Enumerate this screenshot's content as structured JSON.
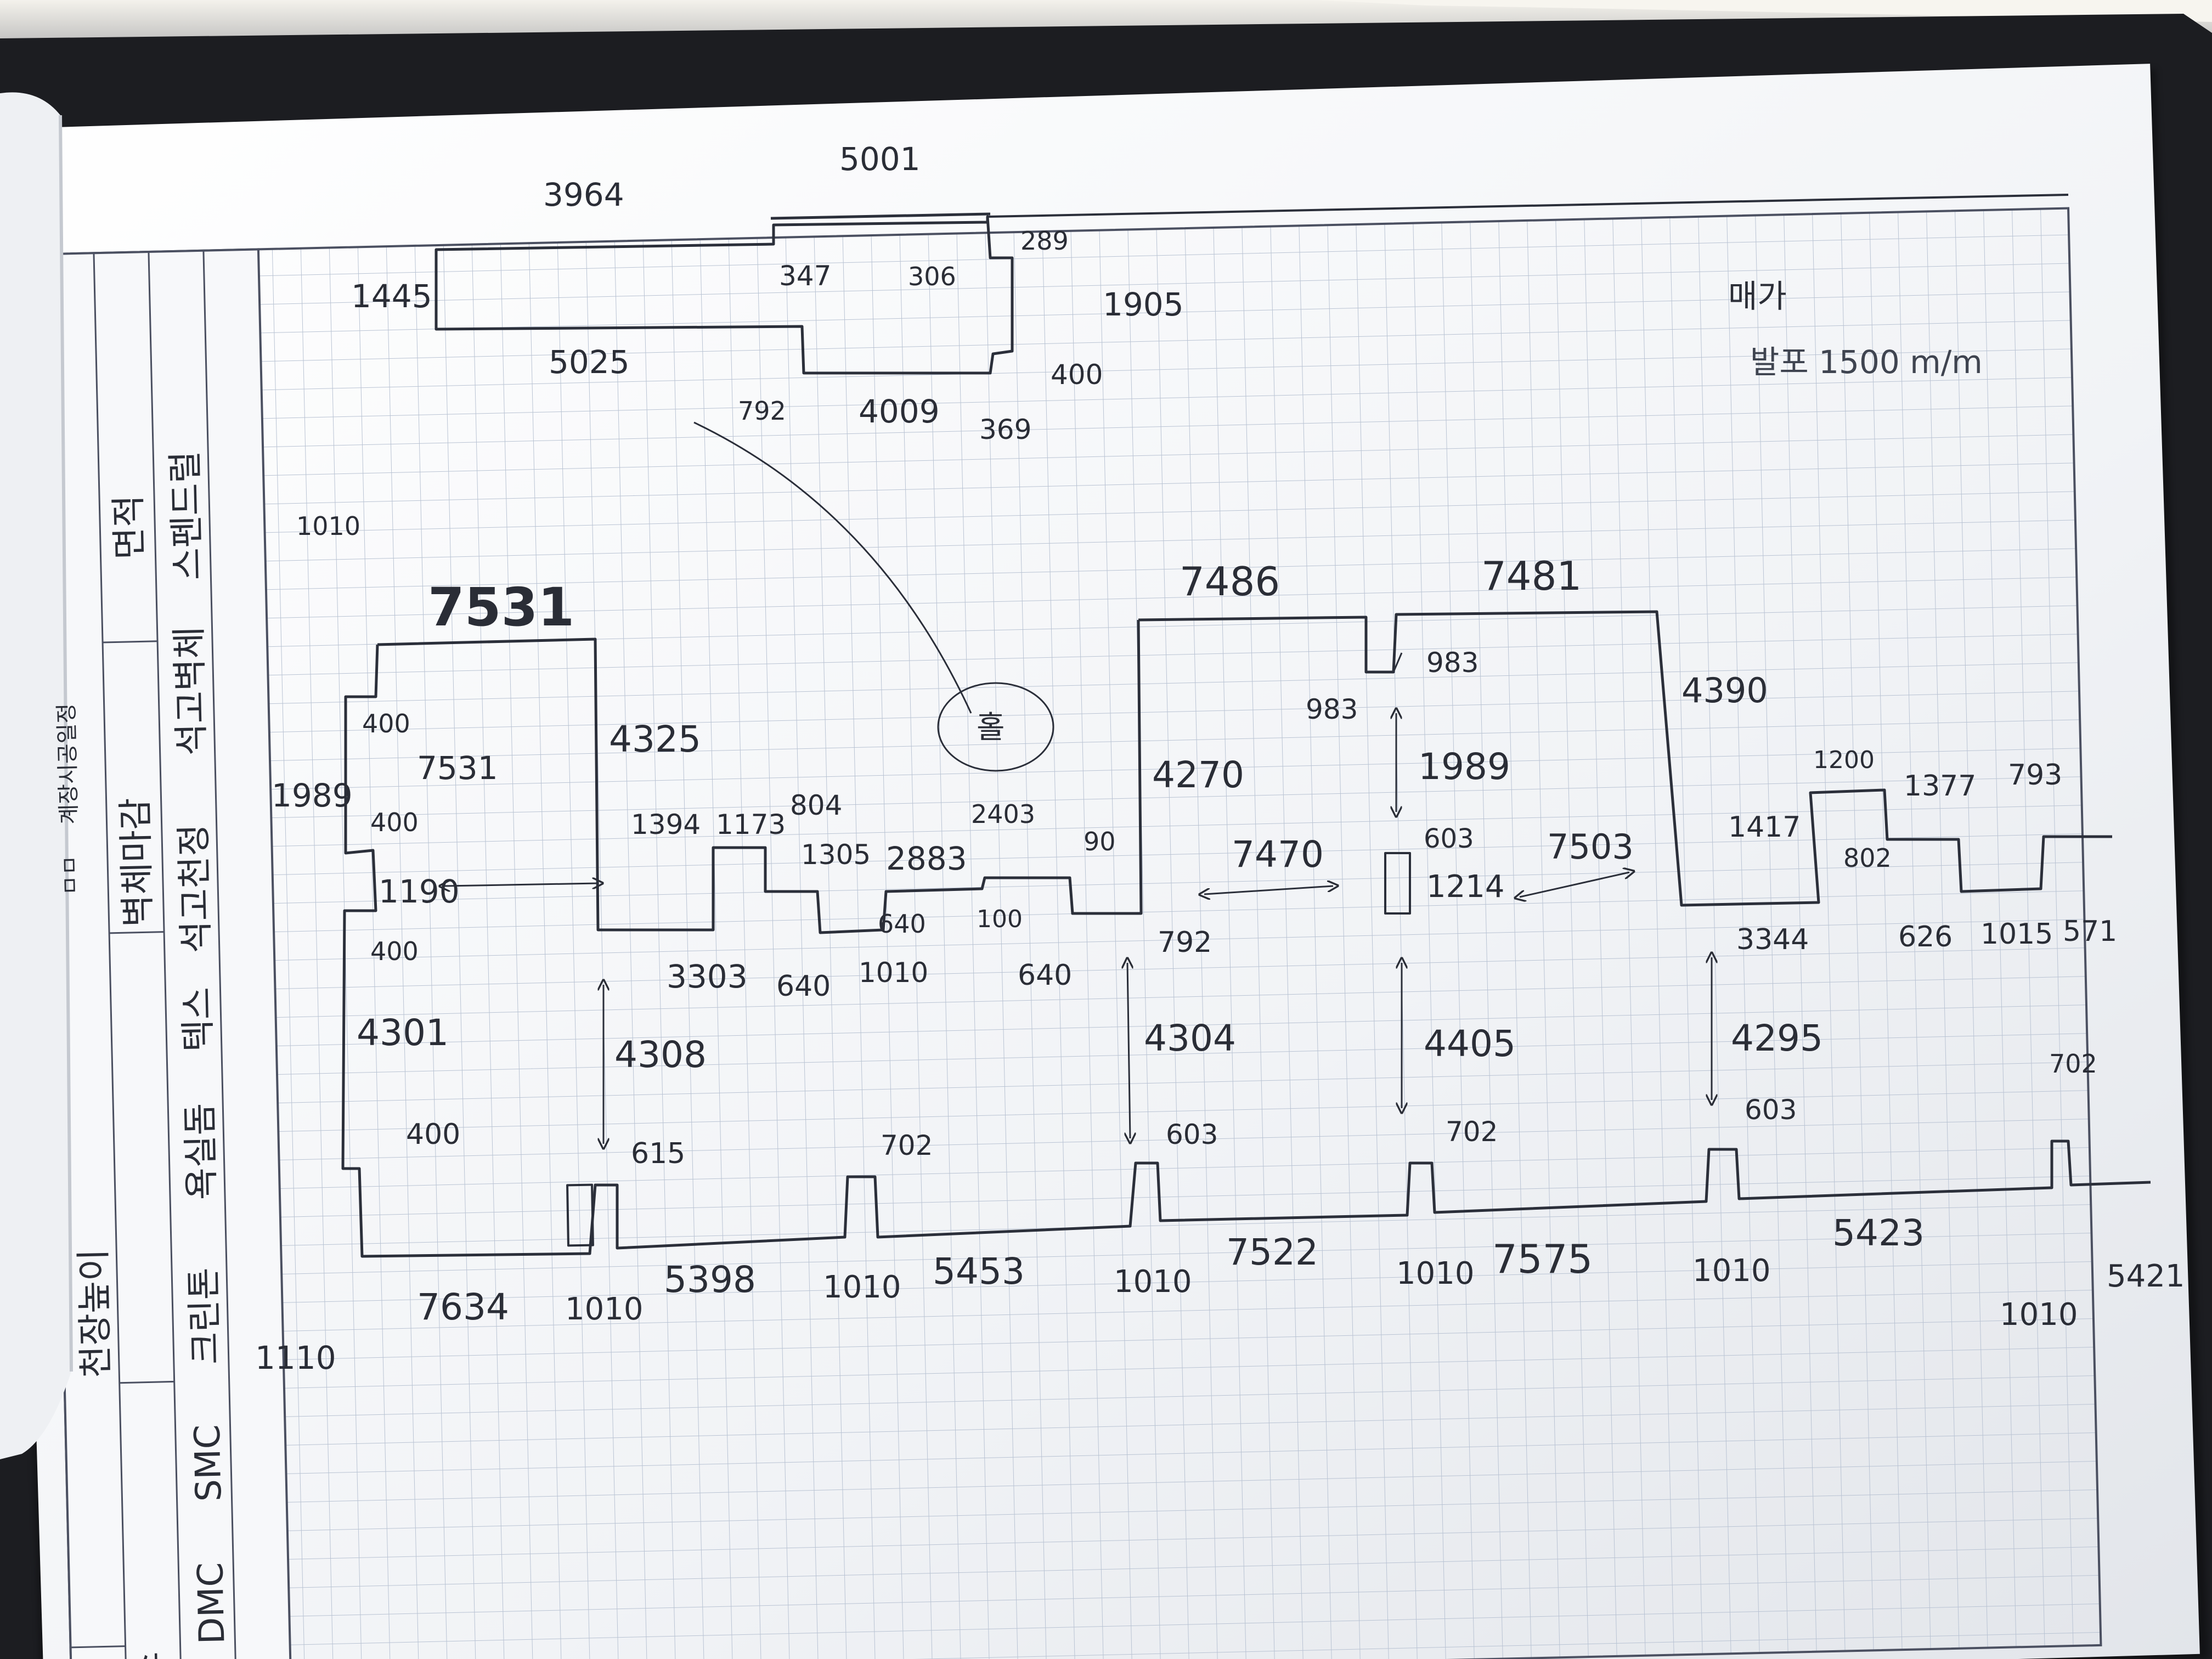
{
  "sidebar": {
    "rows": [
      "DMC",
      "SMC",
      "크린톤",
      "욕실돔",
      "텍스",
      "석고천정",
      "석고벽체",
      "스펜드럴"
    ],
    "area_label": "면적",
    "wall_finish": "벽체마감",
    "schedule": "계장시공일정",
    "ceiling_height": "천장높이",
    "partial_top": "ㅁㅁ",
    "partial_bottom": "소"
  },
  "notes": {
    "price": "매가",
    "spec": "발포 1500 m/m"
  },
  "hall_label": "홀",
  "top_room": [
    "3964",
    "5001",
    "1445",
    "5025",
    "347",
    "306",
    "289",
    "1905",
    "400",
    "792",
    "4009",
    "369"
  ],
  "left_room": [
    "1010",
    "7531",
    "400",
    "1989",
    "400",
    "7531",
    "1190",
    "400",
    "4325",
    "4301",
    "400",
    "4308",
    "615",
    "1110",
    "7634"
  ],
  "middle_room": [
    "1394",
    "1173",
    "804",
    "1305",
    "2883",
    "2403",
    "90",
    "3303",
    "640",
    "640",
    "1010",
    "100",
    "640",
    "792"
  ],
  "right_room": [
    "7486",
    "7481",
    "983",
    "983",
    "4270",
    "1989",
    "4390",
    "7470",
    "603",
    "1214",
    "7503",
    "1200",
    "1377",
    "793",
    "1417",
    "802",
    "3344",
    "626",
    "1015",
    "571"
  ],
  "heights": [
    "4304",
    "4405",
    "4295"
  ],
  "bottom_wall": [
    "603",
    "702",
    "603",
    "702",
    "1010",
    "5398",
    "1010",
    "5453",
    "1010",
    "7522",
    "1010",
    "7575",
    "1010",
    "5423",
    "702",
    "1010",
    "5421"
  ]
}
